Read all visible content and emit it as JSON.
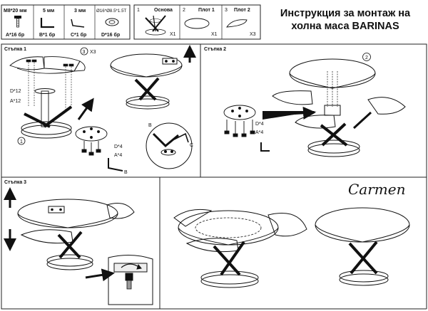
{
  "title": {
    "line1": "Инструкция за монтаж на",
    "line2": "холна маса BARINAS"
  },
  "hardware": [
    {
      "spec": "M8*20 мм",
      "code": "A*16 бр",
      "icon": "bolt-icon"
    },
    {
      "spec": "5 мм",
      "code": "B*1 бр",
      "icon": "hex-key-icon"
    },
    {
      "spec": "3 мм",
      "code": "C*1 бр",
      "icon": "small-hex-key-icon"
    },
    {
      "spec": "Ø16*Ø8.5*1.5T",
      "code": "D*16 бр",
      "icon": "washer-icon"
    }
  ],
  "parts": [
    {
      "num": "1",
      "name": "Основа",
      "qty": "X1",
      "icon": "base-icon"
    },
    {
      "num": "2",
      "name": "Плот 1",
      "qty": "X1",
      "icon": "round-top-icon"
    },
    {
      "num": "3",
      "name": "Плот 2",
      "qty": "X3",
      "icon": "wing-top-icon"
    }
  ],
  "steps": {
    "step1": {
      "label": "Стъпка 1",
      "callout_wings": "X3",
      "callout_wings_num": "3",
      "d_label": "D*12",
      "a_label": "A*12",
      "base_num": "1",
      "d_label_2": "D*4",
      "a_label_2": "A*4",
      "key_b": "B",
      "key_c": "C",
      "detail_b": "B"
    },
    "step2": {
      "label": "Стъпка 2",
      "top_num": "2",
      "d_label": "D*4",
      "a_label": "A*4"
    },
    "step3": {
      "label": "Стъпка 3"
    }
  },
  "brand": "Carmen",
  "colors": {
    "ink": "#111111",
    "frame": "#222222",
    "arrow": "#111111",
    "fill_gray": "#d8d8d8"
  }
}
